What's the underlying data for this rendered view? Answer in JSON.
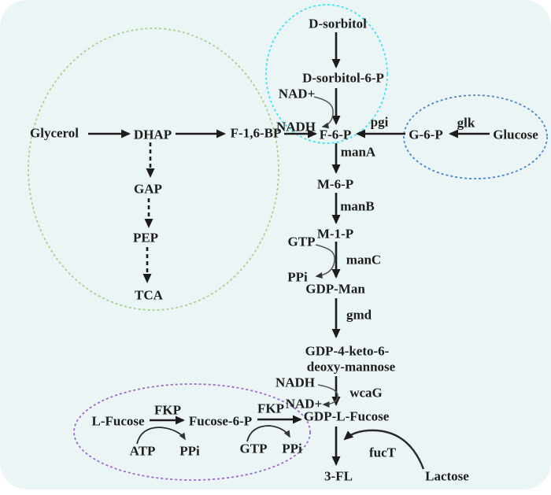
{
  "nodes": {
    "d_sorbitol": "D-sorbitol",
    "d_sorbitol_6p": "D-sorbitol-6-P",
    "nad_plus_top": "NAD+",
    "nadh_top": "NADH",
    "f6p": "F-6-P",
    "g6p": "G-6-P",
    "glucose": "Glucose",
    "glycerol": "Glycerol",
    "dhap": "DHAP",
    "f16bp": "F-1,6-BP",
    "gap": "GAP",
    "pep": "PEP",
    "tca": "TCA",
    "m6p": "M-6-P",
    "m1p": "M-1-P",
    "gtp_manc": "GTP",
    "ppi_manc": "PPi",
    "gdp_man": "GDP-Man",
    "gdp_keto_line1": "GDP-4-keto-6-",
    "gdp_keto_line2": "deoxy-mannose",
    "nadh_wcag": "NADH",
    "nad_plus_wcag": "NAD+",
    "gdp_l_fucose": "GDP-L-Fucose",
    "l_fucose": "L-Fucose",
    "fucose_6p": "Fucose-6-P",
    "atp": "ATP",
    "ppi_fkp1": "PPi",
    "gtp_fkp2": "GTP",
    "ppi_fkp2": "PPi",
    "three_fl": "3-FL",
    "lactose": "Lactose"
  },
  "enzymes": {
    "pgi": "pgi",
    "glk": "glk",
    "manA": "manA",
    "manB": "manB",
    "manC": "manC",
    "gmd": "gmd",
    "wcaG": "wcaG",
    "fkp_1": "FKP",
    "fkp_2": "FKP",
    "fucT": "fucT"
  },
  "groups": {
    "glycolysis_ellipse_color": "#a9d18e",
    "sorbitol_ellipse_color": "#3fe3ef",
    "glucose_ellipse_color": "#4a86c9",
    "fucose_salvage_ellipse_color": "#9a6bc9"
  },
  "colors": {
    "panel_background": "#ecf5f6",
    "page_background": "#ffffff",
    "arrow": "#1c1c1c",
    "cofactor_curve": "#555555",
    "text": "#1d1d1d"
  }
}
